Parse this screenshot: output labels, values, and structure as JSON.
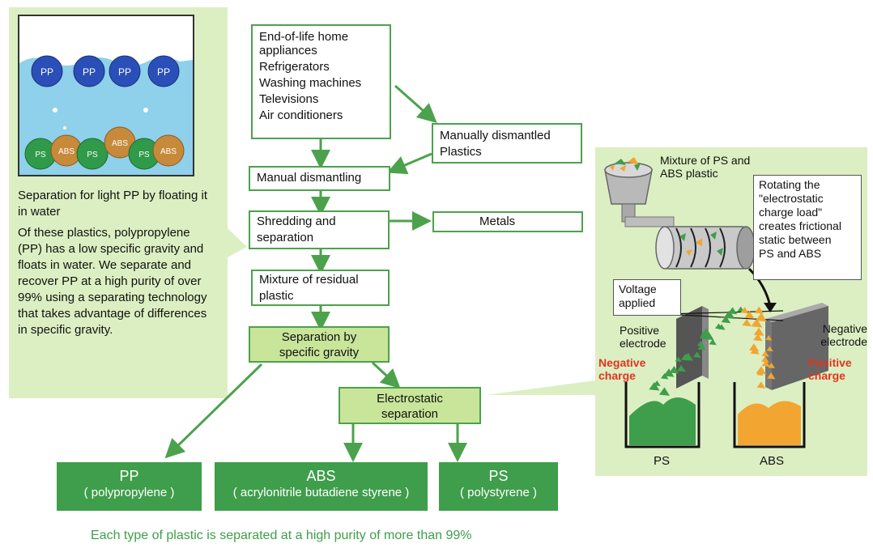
{
  "left_panel": {
    "caption": "Separation for light PP by floating it in water",
    "description": "Of these plastics, polypropylene (PP) has a low specific gravity and floats in water. We separate and recover PP at a high purity of over 99% using a separating technology that takes advantage of differences in specific gravity.",
    "floating_balls": [
      "PP",
      "PP",
      "PP",
      "PP"
    ],
    "sunk_balls": [
      "PS",
      "ABS",
      "PS",
      "ABS",
      "PS",
      "ABS"
    ]
  },
  "flow": {
    "appliances": [
      "End-of-life home",
      "appliances",
      "Refrigerators",
      "Washing machines",
      "Televisions",
      "Air conditioners"
    ],
    "manually_dismantled": [
      "Manually dismantled",
      "Plastics"
    ],
    "manual_dismantling": "Manual dismantling",
    "shredding": [
      "Shredding and",
      "separation"
    ],
    "metals": "Metals",
    "residual": [
      "Mixture of residual",
      "plastic"
    ],
    "specific_gravity": [
      "Separation by",
      "specific gravity"
    ],
    "electrostatic": [
      "Electrostatic",
      "separation"
    ]
  },
  "outputs": [
    {
      "name": "PP",
      "full": "( polypropylene )"
    },
    {
      "name": "ABS",
      "full": "( acrylonitrile butadiene styrene )"
    },
    {
      "name": "PS",
      "full": "( polystyrene )"
    }
  ],
  "footer": "Each type of plastic is separated at a high purity of more than 99%",
  "right_panel": {
    "mixture_label": [
      "Mixture of PS and",
      "ABS plastic"
    ],
    "rotating_label": [
      "Rotating the",
      "\"electrostatic",
      "charge load\"",
      "creates frictional",
      "static between",
      "PS and ABS"
    ],
    "voltage_label": [
      "Voltage",
      "applied"
    ],
    "positive_electrode": [
      "Positive",
      "electrode"
    ],
    "negative_electrode": [
      "Negative",
      "electrode"
    ],
    "negative_charge": [
      "Negative",
      "charge"
    ],
    "positive_charge": [
      "Positive",
      "charge"
    ],
    "bin_ps": "PS",
    "bin_abs": "ABS"
  },
  "colors": {
    "green": "#3f9e4b",
    "light_green": "#dcefc2",
    "orange": "#f2a531",
    "red": "#e23320"
  }
}
